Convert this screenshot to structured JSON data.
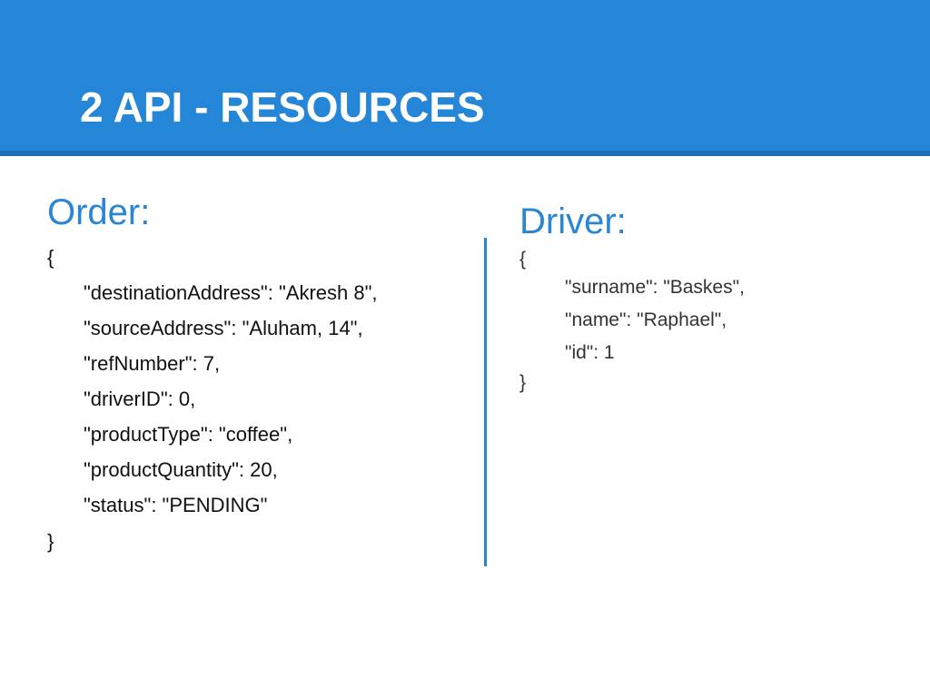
{
  "slide": {
    "title": "2 API - RESOURCES",
    "accent_color": "#2585d6"
  },
  "order": {
    "heading": "Order:",
    "open_brace": "{",
    "lines": [
      "\"destinationAddress\": \"Akresh 8\",",
      "\"sourceAddress\": \"Aluham, 14\",",
      "\"refNumber\": 7,",
      "\"driverID\": 0,",
      "\"productType\": \"coffee\",",
      "\"productQuantity\": 20,",
      "\"status\": \"PENDING\""
    ],
    "close_brace": "}"
  },
  "driver": {
    "heading": "Driver:",
    "open_brace": "{",
    "lines": [
      "\"surname\": \"Baskes\",",
      "\"name\": \"Raphael\",",
      "\"id\": 1"
    ],
    "close_brace": "}"
  }
}
